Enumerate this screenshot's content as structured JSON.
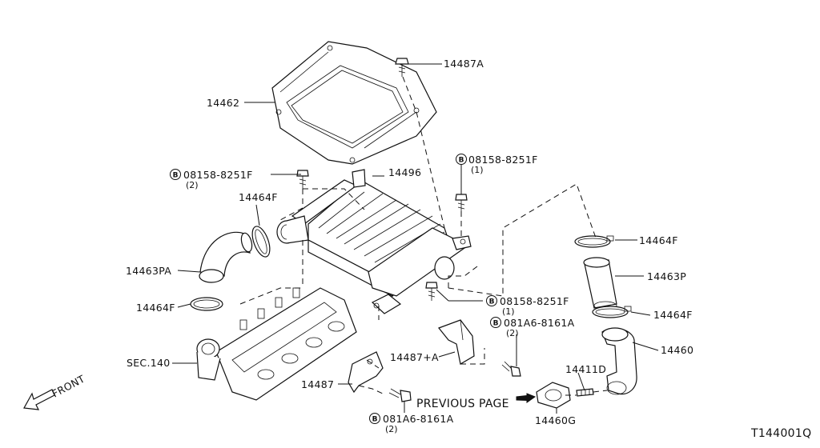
{
  "diagram_id": "T144001Q",
  "direction_label": "FRONT",
  "previous_page_label": "PREVIOUS PAGE",
  "bolt_badge": "B",
  "callouts": {
    "p14487A": "14487A",
    "p14462": "14462",
    "p14496": "14496",
    "bolt_08158_top_right": "08158-8251F",
    "bolt_08158_top_right_qty": "(1)",
    "bolt_08158_left": "08158-8251F",
    "bolt_08158_left_qty": "(2)",
    "p14464F_upper_left": "14464F",
    "p14464F_right_top": "14464F",
    "p14463P": "14463P",
    "p14464F_right_bottom": "14464F",
    "p14460": "14460",
    "p14463PA": "14463PA",
    "p14464F_left_lower": "14464F",
    "bolt_08158_mid": "08158-8251F",
    "bolt_08158_mid_qty": "(1)",
    "bolt_081A6_mid": "081A6-8161A",
    "bolt_081A6_mid_qty": "(2)",
    "sec140": "SEC.140",
    "p14487_plus_A": "14487+A",
    "p14411D": "14411D",
    "p14487": "14487",
    "p14460G": "14460G",
    "bolt_081A6_bottom": "081A6-8161A",
    "bolt_081A6_bottom_qty": "(2)"
  }
}
